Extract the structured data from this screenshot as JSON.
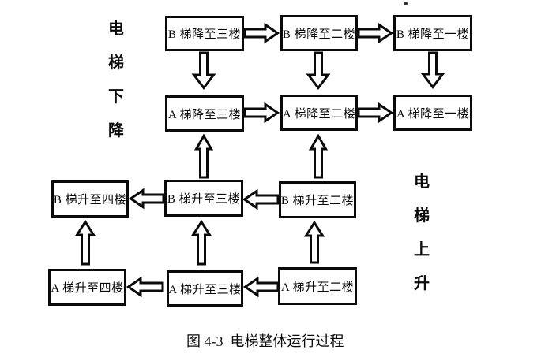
{
  "figure": {
    "caption": "图 4-3  电梯整体运行过程"
  },
  "side_labels": {
    "left": {
      "text": "电梯下降",
      "chars": [
        "电",
        "梯",
        "下",
        "降"
      ]
    },
    "right": {
      "text": "电梯上升",
      "chars": [
        "电",
        "梯",
        "上",
        "升"
      ]
    }
  },
  "nodes": {
    "b_down_3": {
      "label": "B 梯降至三楼"
    },
    "b_down_2": {
      "label": "B 梯降至二楼"
    },
    "b_down_1": {
      "label": "B 梯降至一楼"
    },
    "a_down_3": {
      "label": "A 梯降至三楼"
    },
    "a_down_2": {
      "label": "A 梯降至二楼"
    },
    "a_down_1": {
      "label": "A 梯降至一楼"
    },
    "b_up_4": {
      "label": "B 梯升至四楼"
    },
    "b_up_3": {
      "label": "B 梯升至三楼"
    },
    "b_up_2": {
      "label": "B 梯升至二楼"
    },
    "a_up_4": {
      "label": "A 梯升至四楼"
    },
    "a_up_3": {
      "label": "A 梯升至三楼"
    },
    "a_up_2": {
      "label": "A 梯升至二楼"
    }
  },
  "edges": [
    {
      "from": "b_down_3",
      "to": "b_down_2",
      "direction": "right"
    },
    {
      "from": "b_down_2",
      "to": "b_down_1",
      "direction": "right"
    },
    {
      "from": "a_down_3",
      "to": "a_down_2",
      "direction": "right"
    },
    {
      "from": "a_down_2",
      "to": "a_down_1",
      "direction": "right"
    },
    {
      "from": "b_down_3",
      "to": "a_down_3",
      "direction": "down"
    },
    {
      "from": "b_down_2",
      "to": "a_down_2",
      "direction": "down"
    },
    {
      "from": "b_down_1",
      "to": "a_down_1",
      "direction": "down"
    },
    {
      "from": "b_up_3",
      "to": "a_down_3",
      "direction": "up"
    },
    {
      "from": "b_up_2",
      "to": "a_down_2",
      "direction": "up"
    },
    {
      "from": "b_up_3",
      "to": "b_up_4",
      "direction": "left"
    },
    {
      "from": "b_up_2",
      "to": "b_up_3",
      "direction": "left"
    },
    {
      "from": "a_up_4",
      "to": "b_up_4",
      "direction": "up"
    },
    {
      "from": "a_up_3",
      "to": "b_up_3",
      "direction": "up"
    },
    {
      "from": "a_up_2",
      "to": "b_up_2",
      "direction": "up"
    },
    {
      "from": "a_up_3",
      "to": "a_up_4",
      "direction": "left"
    },
    {
      "from": "a_up_2",
      "to": "a_up_3",
      "direction": "left"
    }
  ],
  "colors": {
    "ink": "#0a0a0a",
    "background": "#ffffff"
  }
}
